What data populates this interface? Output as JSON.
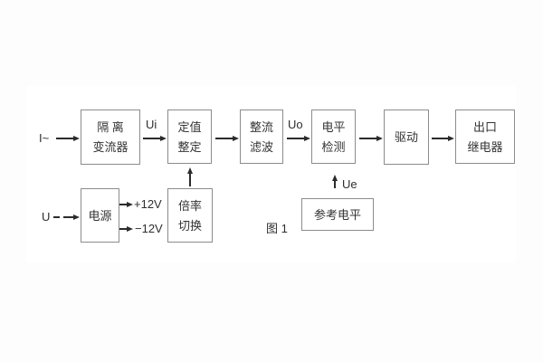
{
  "figure": {
    "caption": "图 1",
    "colors": {
      "background": "#fdfdfd",
      "block_border": "#8c8c8c",
      "block_fill": "#ffffff",
      "text": "#333333",
      "arrow": "#2b2b2b"
    }
  },
  "inputs": {
    "current": "I~",
    "voltage": "U"
  },
  "signals": {
    "ui": "Ui",
    "uo": "Uo",
    "ue": "Ue",
    "plus12": "+12V",
    "minus12": "−12V"
  },
  "blocks": {
    "isolation": {
      "line1": "隔 离",
      "line2": "变流器"
    },
    "setting": {
      "line1": "定值",
      "line2": "整定"
    },
    "rectifier": {
      "line1": "整流",
      "line2": "滤波"
    },
    "level": {
      "line1": "电平",
      "line2": "检测"
    },
    "drive": {
      "line1": "驱动"
    },
    "relay": {
      "line1": "出口",
      "line2": "继电器"
    },
    "power": {
      "line1": "电源"
    },
    "multiplier": {
      "line1": "倍率",
      "line2": "切换"
    },
    "reference": {
      "line1": "参考电平"
    }
  }
}
